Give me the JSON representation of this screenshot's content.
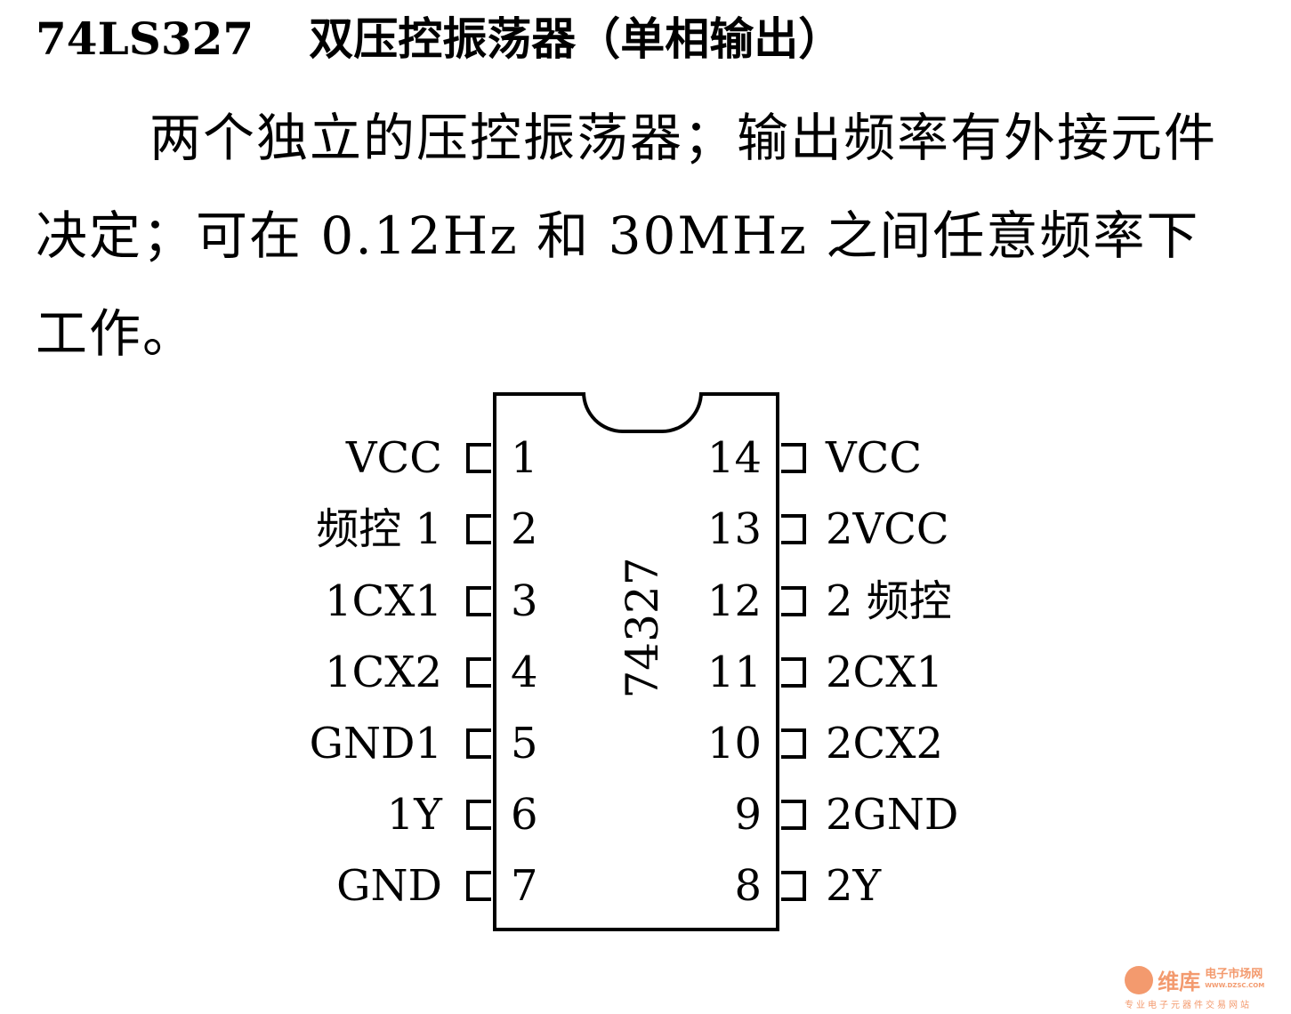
{
  "title": {
    "part": "74LS327",
    "name": "双压控振荡器（单相输出）"
  },
  "description": "两个独立的压控振荡器；输出频率有外接元件决定；可在 0.12Hz 和 30MHz 之间任意频率下工作。",
  "chip": {
    "label": "74327"
  },
  "pins_left": [
    {
      "num": "1",
      "label": "VCC"
    },
    {
      "num": "2",
      "label": "频控 1"
    },
    {
      "num": "3",
      "label": "1CX1"
    },
    {
      "num": "4",
      "label": "1CX2"
    },
    {
      "num": "5",
      "label": "GND1"
    },
    {
      "num": "6",
      "label": "1Y"
    },
    {
      "num": "7",
      "label": "GND"
    }
  ],
  "pins_right": [
    {
      "num": "14",
      "label": "VCC"
    },
    {
      "num": "13",
      "label": "2VCC"
    },
    {
      "num": "12",
      "label": "2 频控"
    },
    {
      "num": "11",
      "label": "2CX1"
    },
    {
      "num": "10",
      "label": "2CX2"
    },
    {
      "num": "9",
      "label": "2GND"
    },
    {
      "num": "8",
      "label": "2Y"
    }
  ],
  "watermark": {
    "brand": "维库",
    "site": "电子市场网",
    "url": "WWW.DZSC.COM",
    "tagline": "专业电子元器件交易网站"
  }
}
